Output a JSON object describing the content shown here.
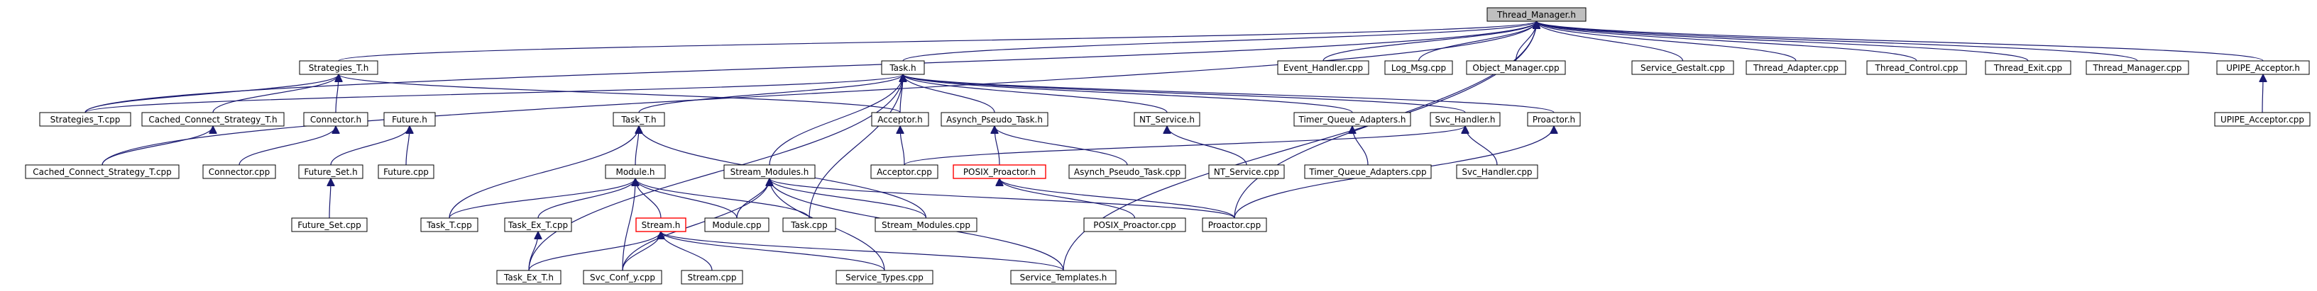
{
  "diagram": {
    "title": "",
    "colors": {
      "edge": "#191970",
      "root_fill": "#bfbfbf",
      "highlight_border": "#ff0000",
      "node_border": "#000000"
    },
    "nodes": [
      {
        "id": "thread_manager_h",
        "label": "Thread_Manager.h",
        "style": "root"
      },
      {
        "id": "strategies_t_h",
        "label": "Strategies_T.h"
      },
      {
        "id": "task_h",
        "label": "Task.h"
      },
      {
        "id": "event_handler_cpp",
        "label": "Event_Handler.cpp"
      },
      {
        "id": "log_msg_cpp",
        "label": "Log_Msg.cpp"
      },
      {
        "id": "object_manager_cpp",
        "label": "Object_Manager.cpp"
      },
      {
        "id": "service_gestalt_cpp",
        "label": "Service_Gestalt.cpp"
      },
      {
        "id": "thread_adapter_cpp",
        "label": "Thread_Adapter.cpp"
      },
      {
        "id": "thread_control_cpp",
        "label": "Thread_Control.cpp"
      },
      {
        "id": "thread_exit_cpp",
        "label": "Thread_Exit.cpp"
      },
      {
        "id": "thread_manager_cpp",
        "label": "Thread_Manager.cpp"
      },
      {
        "id": "upipe_acceptor_h",
        "label": "UPIPE_Acceptor.h"
      },
      {
        "id": "strategies_t_cpp",
        "label": "Strategies_T.cpp"
      },
      {
        "id": "cached_connect_strategy_t_h",
        "label": "Cached_Connect_Strategy_T.h"
      },
      {
        "id": "connector_h",
        "label": "Connector.h"
      },
      {
        "id": "future_h",
        "label": "Future.h"
      },
      {
        "id": "task_t_h",
        "label": "Task_T.h"
      },
      {
        "id": "acceptor_h",
        "label": "Acceptor.h"
      },
      {
        "id": "asynch_pseudo_task_h",
        "label": "Asynch_Pseudo_Task.h"
      },
      {
        "id": "nt_service_h",
        "label": "NT_Service.h"
      },
      {
        "id": "timer_queue_adapters_h",
        "label": "Timer_Queue_Adapters.h"
      },
      {
        "id": "svc_handler_h",
        "label": "Svc_Handler.h"
      },
      {
        "id": "proactor_h",
        "label": "Proactor.h"
      },
      {
        "id": "upipe_acceptor_cpp",
        "label": "UPIPE_Acceptor.cpp"
      },
      {
        "id": "cached_connect_strategy_t_cpp",
        "label": "Cached_Connect_Strategy_T.cpp"
      },
      {
        "id": "connector_cpp",
        "label": "Connector.cpp"
      },
      {
        "id": "future_set_h",
        "label": "Future_Set.h"
      },
      {
        "id": "future_cpp",
        "label": "Future.cpp"
      },
      {
        "id": "module_h",
        "label": "Module.h"
      },
      {
        "id": "stream_modules_h",
        "label": "Stream_Modules.h"
      },
      {
        "id": "acceptor_cpp",
        "label": "Acceptor.cpp"
      },
      {
        "id": "posix_proactor_h",
        "label": "POSIX_Proactor.h",
        "style": "red"
      },
      {
        "id": "asynch_pseudo_task_cpp",
        "label": "Asynch_Pseudo_Task.cpp"
      },
      {
        "id": "nt_service_cpp",
        "label": "NT_Service.cpp"
      },
      {
        "id": "timer_queue_adapters_cpp",
        "label": "Timer_Queue_Adapters.cpp"
      },
      {
        "id": "svc_handler_cpp",
        "label": "Svc_Handler.cpp"
      },
      {
        "id": "future_set_cpp",
        "label": "Future_Set.cpp"
      },
      {
        "id": "task_t_cpp",
        "label": "Task_T.cpp"
      },
      {
        "id": "task_ex_t_cpp",
        "label": "Task_Ex_T.cpp"
      },
      {
        "id": "stream_h",
        "label": "Stream.h",
        "style": "red"
      },
      {
        "id": "module_cpp",
        "label": "Module.cpp"
      },
      {
        "id": "task_cpp",
        "label": "Task.cpp"
      },
      {
        "id": "stream_modules_cpp",
        "label": "Stream_Modules.cpp"
      },
      {
        "id": "posix_proactor_cpp",
        "label": "POSIX_Proactor.cpp"
      },
      {
        "id": "proactor_cpp",
        "label": "Proactor.cpp"
      },
      {
        "id": "task_ex_t_h",
        "label": "Task_Ex_T.h"
      },
      {
        "id": "svc_conf_y_cpp",
        "label": "Svc_Conf_y.cpp"
      },
      {
        "id": "stream_cpp",
        "label": "Stream.cpp"
      },
      {
        "id": "service_types_cpp",
        "label": "Service_Types.cpp"
      },
      {
        "id": "service_templates_h",
        "label": "Service_Templates.h"
      }
    ],
    "edges": [
      {
        "from": "strategies_t_h",
        "to": "thread_manager_h"
      },
      {
        "from": "task_h",
        "to": "thread_manager_h"
      },
      {
        "from": "event_handler_cpp",
        "to": "thread_manager_h"
      },
      {
        "from": "log_msg_cpp",
        "to": "thread_manager_h"
      },
      {
        "from": "object_manager_cpp",
        "to": "thread_manager_h"
      },
      {
        "from": "service_gestalt_cpp",
        "to": "thread_manager_h"
      },
      {
        "from": "thread_adapter_cpp",
        "to": "thread_manager_h"
      },
      {
        "from": "thread_control_cpp",
        "to": "thread_manager_h"
      },
      {
        "from": "thread_exit_cpp",
        "to": "thread_manager_h"
      },
      {
        "from": "thread_manager_cpp",
        "to": "thread_manager_h"
      },
      {
        "from": "upipe_acceptor_h",
        "to": "thread_manager_h"
      },
      {
        "from": "strategies_t_cpp",
        "to": "thread_manager_h"
      },
      {
        "from": "cached_connect_strategy_t_cpp",
        "to": "thread_manager_h"
      },
      {
        "from": "proactor_cpp",
        "to": "thread_manager_h"
      },
      {
        "from": "service_templates_h",
        "to": "thread_manager_h"
      },
      {
        "from": "strategies_t_cpp",
        "to": "strategies_t_h"
      },
      {
        "from": "cached_connect_strategy_t_h",
        "to": "strategies_t_h"
      },
      {
        "from": "connector_h",
        "to": "strategies_t_h"
      },
      {
        "from": "acceptor_h",
        "to": "strategies_t_h"
      },
      {
        "from": "cached_connect_strategy_t_cpp",
        "to": "cached_connect_strategy_t_h"
      },
      {
        "from": "connector_cpp",
        "to": "connector_h"
      },
      {
        "from": "future_set_h",
        "to": "future_h"
      },
      {
        "from": "future_cpp",
        "to": "future_h"
      },
      {
        "from": "future_set_cpp",
        "to": "future_set_h"
      },
      {
        "from": "strategies_t_cpp",
        "to": "task_h"
      },
      {
        "from": "task_t_h",
        "to": "task_h"
      },
      {
        "from": "acceptor_h",
        "to": "task_h"
      },
      {
        "from": "asynch_pseudo_task_h",
        "to": "task_h"
      },
      {
        "from": "nt_service_h",
        "to": "task_h"
      },
      {
        "from": "timer_queue_adapters_h",
        "to": "task_h"
      },
      {
        "from": "svc_handler_h",
        "to": "task_h"
      },
      {
        "from": "proactor_h",
        "to": "task_h"
      },
      {
        "from": "stream_modules_h",
        "to": "task_h"
      },
      {
        "from": "task_cpp",
        "to": "task_h"
      },
      {
        "from": "task_ex_t_h",
        "to": "task_h"
      },
      {
        "from": "module_h",
        "to": "task_t_h"
      },
      {
        "from": "task_t_cpp",
        "to": "task_t_h"
      },
      {
        "from": "stream_modules_cpp",
        "to": "task_t_h"
      },
      {
        "from": "acceptor_cpp",
        "to": "acceptor_h"
      },
      {
        "from": "posix_proactor_h",
        "to": "asynch_pseudo_task_h"
      },
      {
        "from": "asynch_pseudo_task_cpp",
        "to": "asynch_pseudo_task_h"
      },
      {
        "from": "nt_service_cpp",
        "to": "nt_service_h"
      },
      {
        "from": "timer_queue_adapters_cpp",
        "to": "timer_queue_adapters_h"
      },
      {
        "from": "acceptor_cpp",
        "to": "svc_handler_h"
      },
      {
        "from": "svc_handler_cpp",
        "to": "svc_handler_h"
      },
      {
        "from": "proactor_cpp",
        "to": "proactor_h"
      },
      {
        "from": "upipe_acceptor_cpp",
        "to": "upipe_acceptor_h"
      },
      {
        "from": "task_t_cpp",
        "to": "module_h"
      },
      {
        "from": "task_ex_t_cpp",
        "to": "module_h"
      },
      {
        "from": "stream_h",
        "to": "module_h"
      },
      {
        "from": "module_cpp",
        "to": "module_h"
      },
      {
        "from": "task_cpp",
        "to": "module_h"
      },
      {
        "from": "svc_conf_y_cpp",
        "to": "module_h"
      },
      {
        "from": "task_ex_t_h",
        "to": "task_ex_t_cpp"
      },
      {
        "from": "module_cpp",
        "to": "stream_modules_h"
      },
      {
        "from": "stream_modules_cpp",
        "to": "stream_modules_h"
      },
      {
        "from": "proactor_cpp",
        "to": "stream_modules_h"
      },
      {
        "from": "service_types_cpp",
        "to": "stream_modules_h"
      },
      {
        "from": "service_templates_h",
        "to": "stream_modules_h"
      },
      {
        "from": "svc_conf_y_cpp",
        "to": "stream_modules_h"
      },
      {
        "from": "posix_proactor_cpp",
        "to": "posix_proactor_h"
      },
      {
        "from": "proactor_cpp",
        "to": "posix_proactor_h"
      },
      {
        "from": "svc_conf_y_cpp",
        "to": "stream_h"
      },
      {
        "from": "stream_cpp",
        "to": "stream_h"
      },
      {
        "from": "service_types_cpp",
        "to": "stream_h"
      },
      {
        "from": "service_templates_h",
        "to": "stream_h"
      },
      {
        "from": "task_ex_t_h",
        "to": "stream_h"
      }
    ]
  }
}
